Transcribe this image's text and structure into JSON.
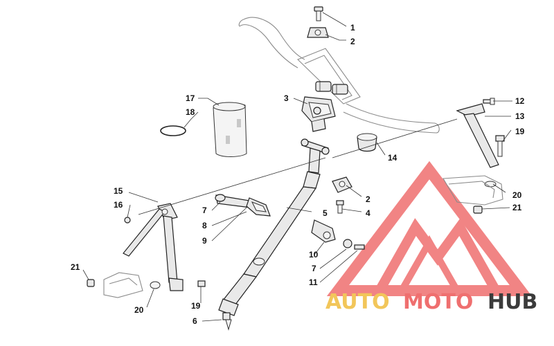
{
  "callouts": [
    {
      "id": "c1",
      "label": "1"
    },
    {
      "id": "c2a",
      "label": "2"
    },
    {
      "id": "c3",
      "label": "3"
    },
    {
      "id": "c12",
      "label": "12"
    },
    {
      "id": "c13",
      "label": "13"
    },
    {
      "id": "c17",
      "label": "17"
    },
    {
      "id": "c18",
      "label": "18"
    },
    {
      "id": "c19a",
      "label": "19"
    },
    {
      "id": "c14",
      "label": "14"
    },
    {
      "id": "c20a",
      "label": "20"
    },
    {
      "id": "c21a",
      "label": "21"
    },
    {
      "id": "c2b",
      "label": "2"
    },
    {
      "id": "c4",
      "label": "4"
    },
    {
      "id": "c15",
      "label": "15"
    },
    {
      "id": "c16",
      "label": "16"
    },
    {
      "id": "c7a",
      "label": "7"
    },
    {
      "id": "c8",
      "label": "8"
    },
    {
      "id": "c5",
      "label": "5"
    },
    {
      "id": "c9",
      "label": "9"
    },
    {
      "id": "c10",
      "label": "10"
    },
    {
      "id": "c7b",
      "label": "7"
    },
    {
      "id": "c11",
      "label": "11"
    },
    {
      "id": "c21b",
      "label": "21"
    },
    {
      "id": "c20b",
      "label": "20"
    },
    {
      "id": "c19b",
      "label": "19"
    },
    {
      "id": "c6",
      "label": "6"
    }
  ],
  "watermark": {
    "word_auto": "AUTO",
    "word_moto": "MOTO",
    "word_hub": "HUB",
    "color_auto": "#f2c65a",
    "color_moto": "#ef6f6f",
    "color_hub": "#3b3b3b",
    "logo_color": "#ef6f6f",
    "logo_icon": "triangle-m-logo"
  }
}
